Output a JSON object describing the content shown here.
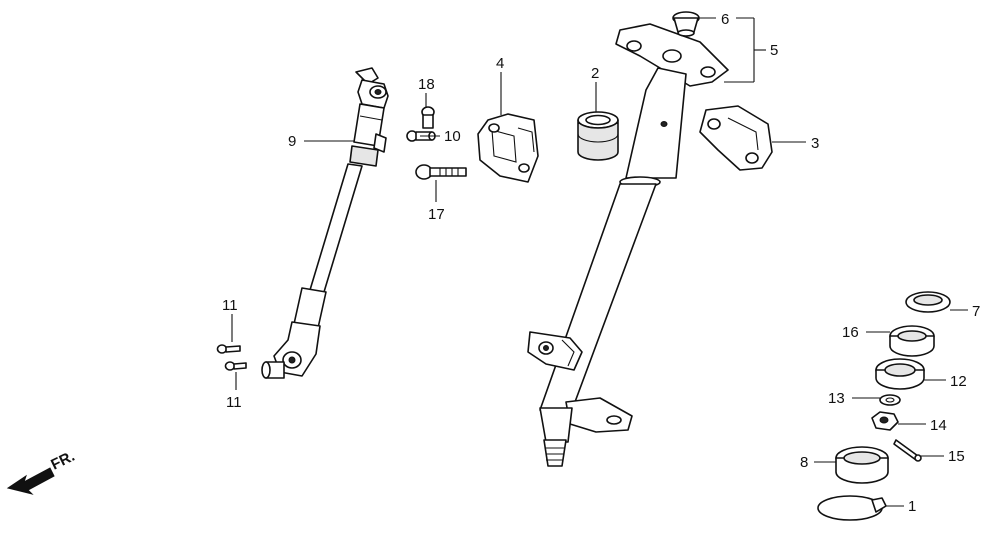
{
  "callouts": {
    "p1": "1",
    "p2": "2",
    "p3": "3",
    "p4": "4",
    "p5": "5",
    "p6": "6",
    "p7": "7",
    "p8": "8",
    "p9": "9",
    "p10": "10",
    "p11a": "11",
    "p11b": "11",
    "p12": "12",
    "p13": "13",
    "p14": "14",
    "p15": "15",
    "p16": "16",
    "p17": "17",
    "p18": "18"
  },
  "direction": {
    "label": "FR."
  }
}
